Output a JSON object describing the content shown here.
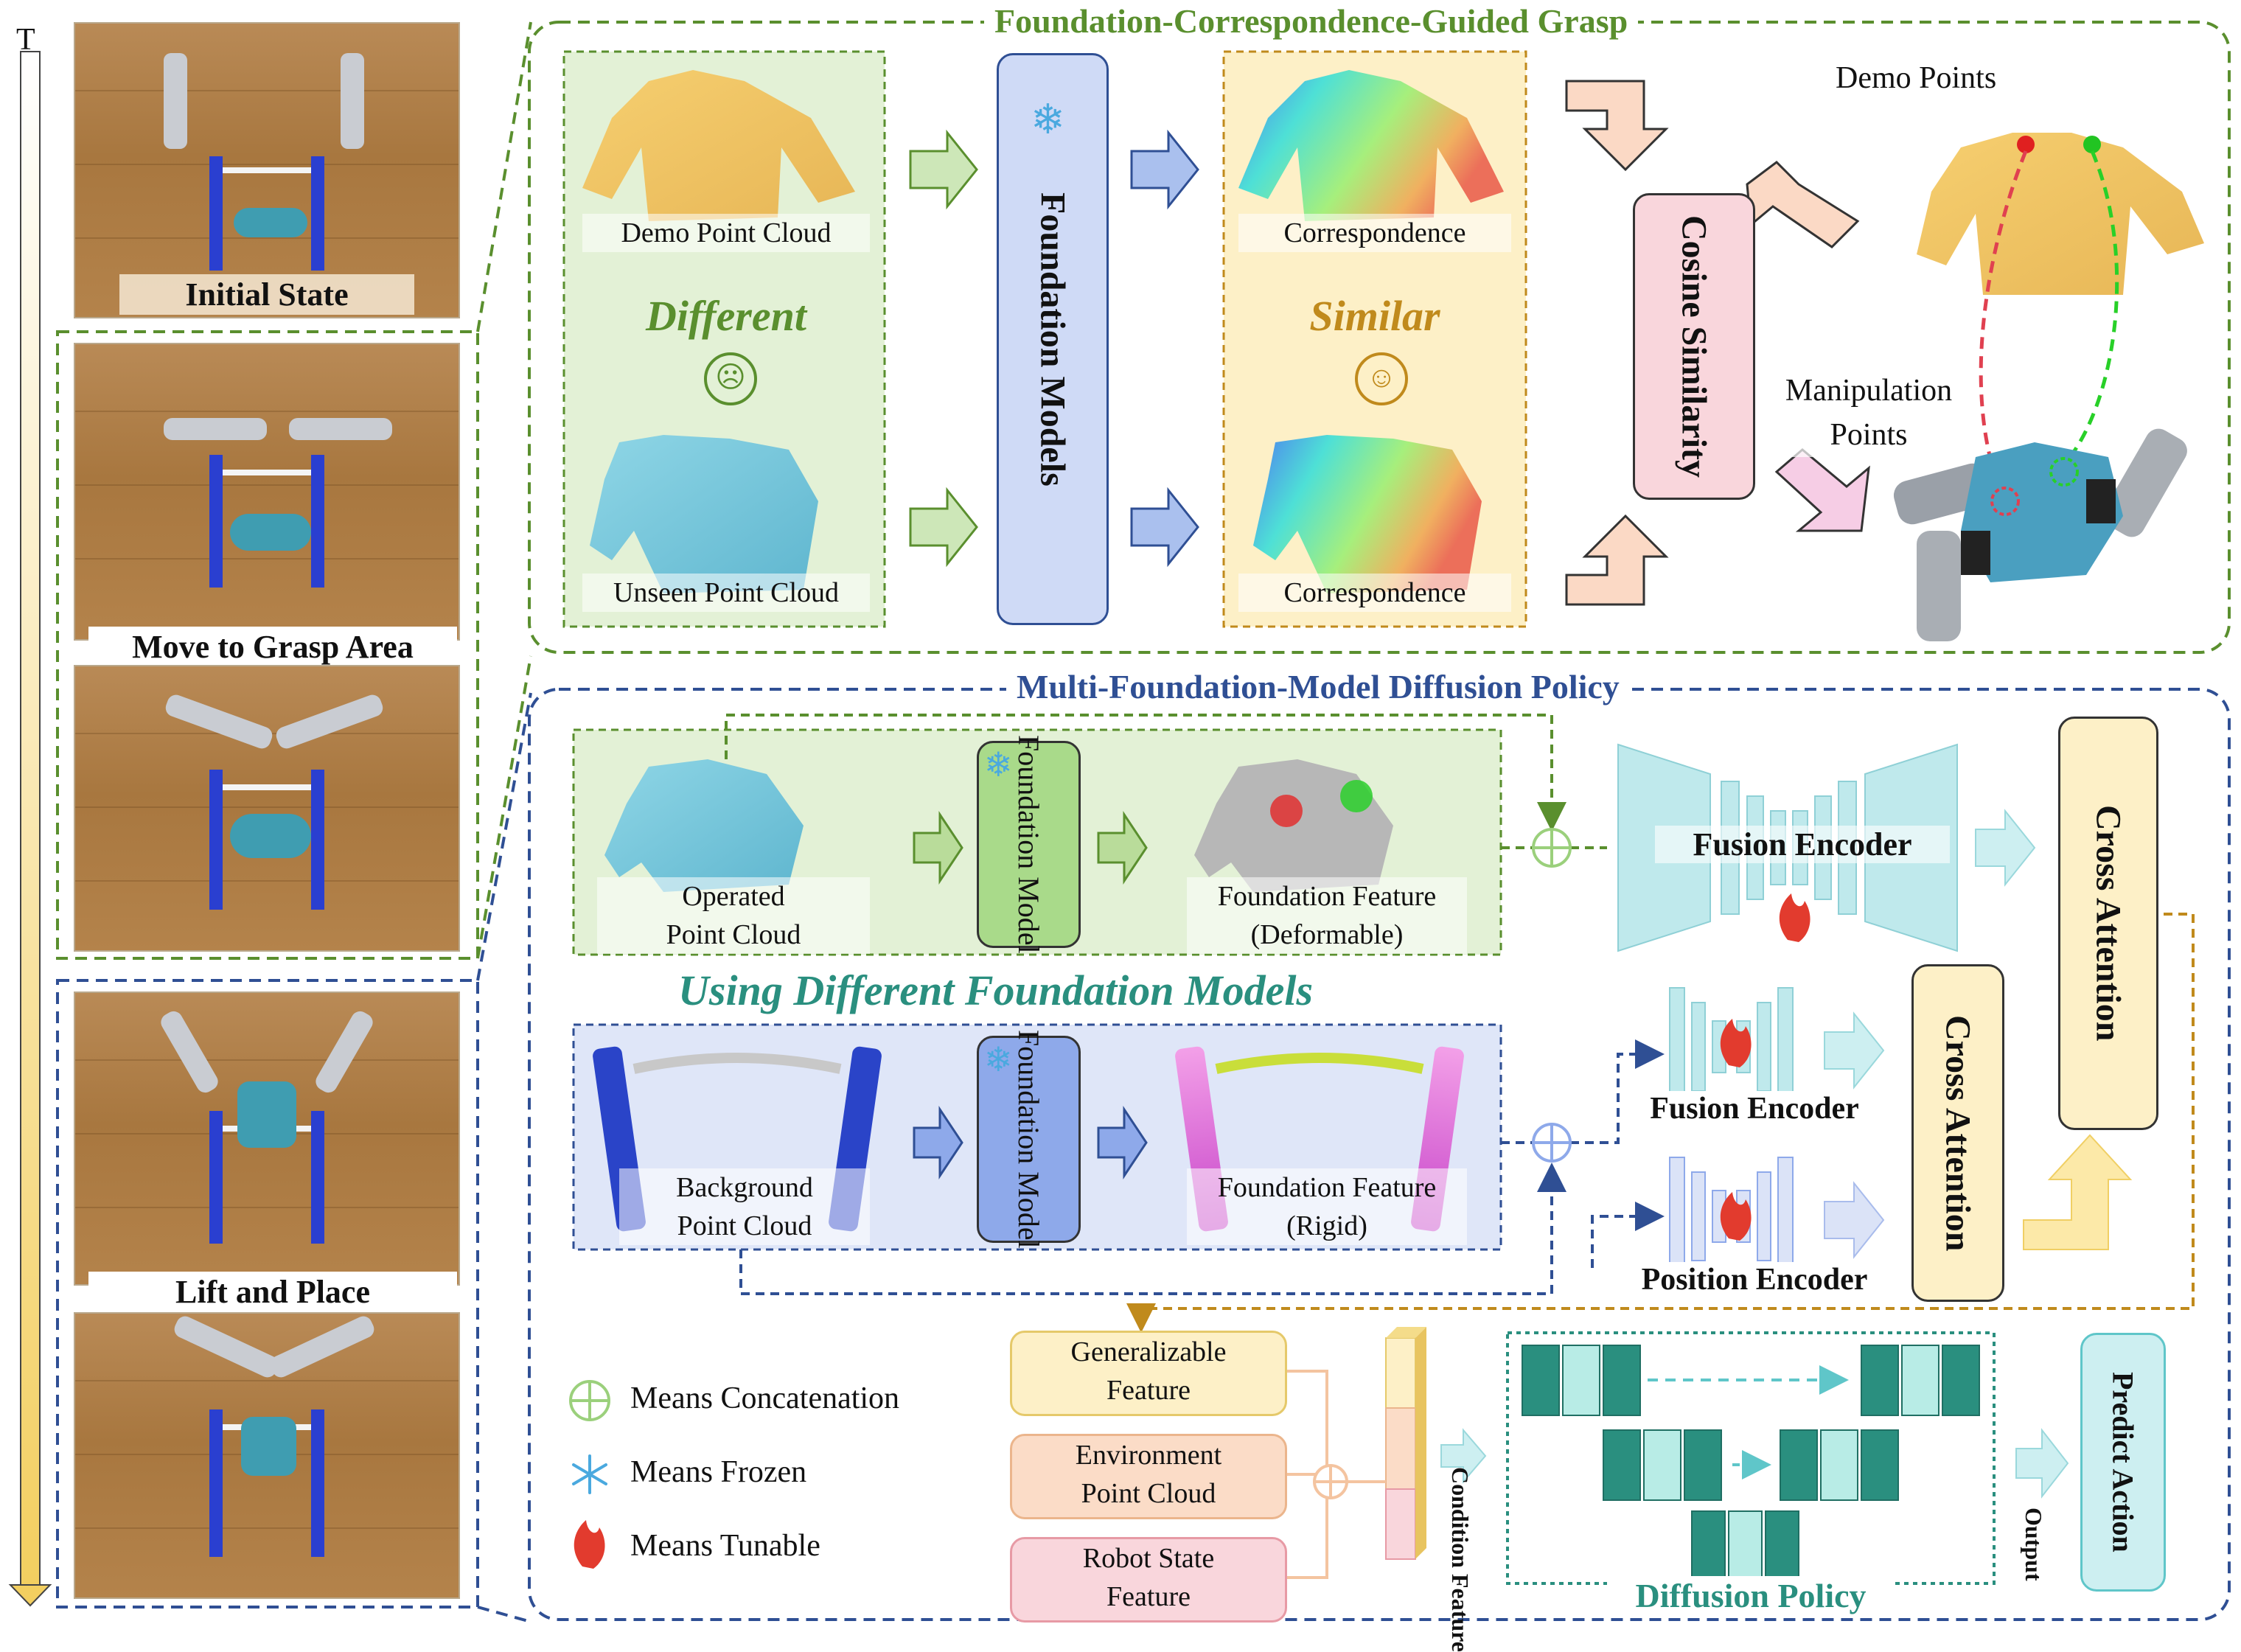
{
  "timeline": {
    "label": "T"
  },
  "left_column": {
    "captions": [
      "Initial State",
      "Move to Grasp Area",
      "Lift and Place"
    ]
  },
  "top_panel": {
    "title": "Foundation-Correspondence-Guided Grasp",
    "demo_point_cloud": "Demo Point Cloud",
    "unseen_point_cloud": "Unseen Point Cloud",
    "different": "Different",
    "similar": "Similar",
    "foundation_models": "Foundation Models",
    "correspondence_top": "Correspondence",
    "correspondence_bottom": "Correspondence",
    "cosine_similarity": "Cosine Similarity",
    "demo_points": "Demo Points",
    "manipulation_points_line1": "Manipulation",
    "manipulation_points_line2": "Points"
  },
  "bottom_panel": {
    "title": "Multi-Foundation-Model Diffusion Policy",
    "operated_line1": "Operated",
    "operated_line2": "Point Cloud",
    "foundation_model_a": "Foundation Model",
    "foundation_feature_deformable_line1": "Foundation Feature",
    "foundation_feature_deformable_line2": "(Deformable)",
    "using_different": "Using Different Foundation Models",
    "background_line1": "Background",
    "background_line2": "Point Cloud",
    "foundation_model_b": "Foundation Model",
    "foundation_feature_rigid_line1": "Foundation Feature",
    "foundation_feature_rigid_line2": "(Rigid)",
    "fusion_encoder_large": "Fusion Encoder",
    "fusion_encoder_small": "Fusion Encoder",
    "position_encoder": "Position Encoder",
    "cross_attention_small": "Cross Attention",
    "cross_attention_large": "Cross Attention",
    "generalizable_line1": "Generalizable",
    "generalizable_line2": "Feature",
    "environment_line1": "Environment",
    "environment_line2": "Point Cloud",
    "robot_state_line1": "Robot State",
    "robot_state_line2": "Feature",
    "condition_feature": "Condition Feature",
    "diffusion_policy": "Diffusion Policy",
    "output": "Output",
    "predict_action": "Predict Action"
  },
  "legend": {
    "concatenation": "Means Concatenation",
    "frozen": "Means Frozen",
    "tunable": "Means Tunable"
  },
  "colors": {
    "green_panel": "#5a8f2e",
    "blue_panel": "#2f4f94",
    "foundation_blue": "#cfdaf6",
    "cosine_pink": "#f9d6dc",
    "cross_attention_yellow": "#fdf0c7",
    "teal": "#2a8f7f",
    "encoder_cyan": "#bfe9ec"
  }
}
